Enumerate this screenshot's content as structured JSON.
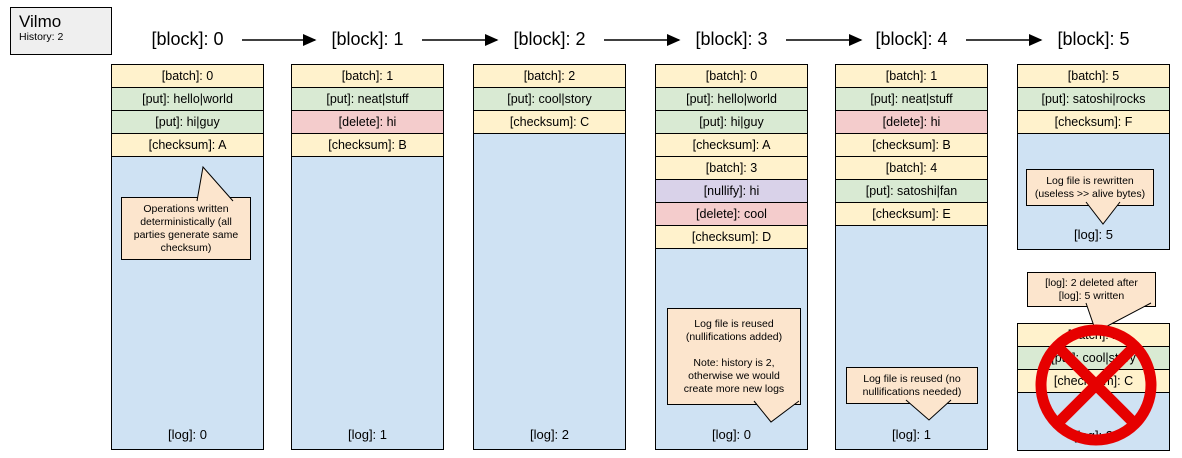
{
  "title_box": {
    "title": "Vilmo",
    "subtitle": "History: 2"
  },
  "colors": {
    "batch_checksum_row": "#fff2cc",
    "put_row": "#d9ead3",
    "delete_row": "#f4cccc",
    "nullify_row": "#d9d2e9",
    "log_area": "#cfe2f3",
    "callout": "#fce5cd",
    "title_box": "#efefef",
    "prohibition": "#e60000",
    "border": "#000000"
  },
  "columns": [
    {
      "header": "[block]: 0",
      "ops": [
        {
          "type": "batch",
          "text": "[batch]: 0"
        },
        {
          "type": "put",
          "text": "[put]: hello|world"
        },
        {
          "type": "put",
          "text": "[put]: hi|guy"
        },
        {
          "type": "checksum",
          "text": "[checksum]: A"
        }
      ],
      "log": "[log]: 0"
    },
    {
      "header": "[block]: 1",
      "ops": [
        {
          "type": "batch",
          "text": "[batch]: 1"
        },
        {
          "type": "put",
          "text": "[put]: neat|stuff"
        },
        {
          "type": "delete",
          "text": "[delete]: hi"
        },
        {
          "type": "checksum",
          "text": "[checksum]: B"
        }
      ],
      "log": "[log]: 1"
    },
    {
      "header": "[block]: 2",
      "ops": [
        {
          "type": "batch",
          "text": "[batch]: 2"
        },
        {
          "type": "put",
          "text": "[put]: cool|story"
        },
        {
          "type": "checksum",
          "text": "[checksum]: C"
        }
      ],
      "log": "[log]: 2"
    },
    {
      "header": "[block]: 3",
      "ops": [
        {
          "type": "batch",
          "text": "[batch]: 0"
        },
        {
          "type": "put",
          "text": "[put]: hello|world"
        },
        {
          "type": "put",
          "text": "[put]: hi|guy"
        },
        {
          "type": "checksum",
          "text": "[checksum]: A"
        },
        {
          "type": "batch",
          "text": "[batch]: 3"
        },
        {
          "type": "nullify",
          "text": "[nullify]: hi"
        },
        {
          "type": "delete",
          "text": "[delete]: cool"
        },
        {
          "type": "checksum",
          "text": "[checksum]: D"
        }
      ],
      "log": "[log]: 0"
    },
    {
      "header": "[block]: 4",
      "ops": [
        {
          "type": "batch",
          "text": "[batch]: 1"
        },
        {
          "type": "put",
          "text": "[put]: neat|stuff"
        },
        {
          "type": "delete",
          "text": "[delete]: hi"
        },
        {
          "type": "checksum",
          "text": "[checksum]: B"
        },
        {
          "type": "batch",
          "text": "[batch]: 4"
        },
        {
          "type": "put",
          "text": "[put]: satoshi|fan"
        },
        {
          "type": "checksum",
          "text": "[checksum]: E"
        }
      ],
      "log": "[log]: 1"
    },
    {
      "header": "[block]: 5",
      "ops": [
        {
          "type": "batch",
          "text": "[batch]: 5"
        },
        {
          "type": "put",
          "text": "[put]: satoshi|rocks"
        },
        {
          "type": "checksum",
          "text": "[checksum]: F"
        }
      ],
      "log": "[log]: 5"
    }
  ],
  "deleted_stack": {
    "ops": [
      {
        "type": "batch",
        "text": "[batch]: 2"
      },
      {
        "type": "put",
        "text": "[put]: cool|story"
      },
      {
        "type": "checksum",
        "text": "[checksum]: C"
      }
    ],
    "log": "[log]: 2"
  },
  "callouts": {
    "deterministic": "Operations written\ndeterministically (all\nparties generate same\nchecksum)",
    "reused_nullifications": "Log file is reused\n(nullifications added)\n\nNote: history is 2,\notherwise we would\ncreate more new logs",
    "reused_no_nullifications": "Log file is reused (no\nnullifications needed)",
    "rewritten": "Log file is rewritten\n(useless >> alive bytes)",
    "deleted_after": "[log]: 2 deleted after\n[log]: 5 written"
  }
}
